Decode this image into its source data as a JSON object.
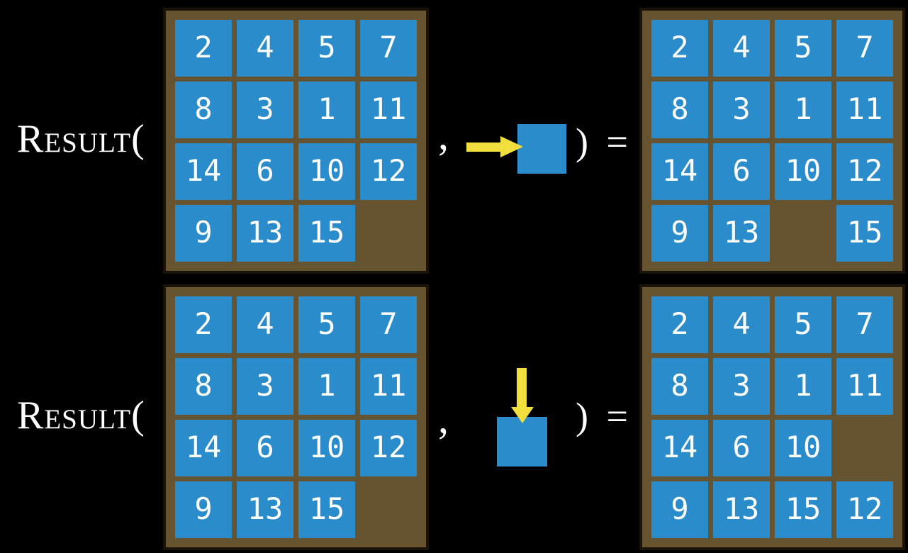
{
  "colors": {
    "background": "#000000",
    "tile_blue": "#2b8ccb",
    "frame_brown": "#665430",
    "frame_border": "#19130a",
    "arrow_yellow": "#f0df3d",
    "number_white": "#ffffff",
    "label_white": "#ffffff"
  },
  "rows": [
    {
      "label": "Result(",
      "comma": ",",
      "move_icon": "arrow-right-icon",
      "move_direction": "right",
      "close": ") =",
      "input_grid": [
        [
          2,
          4,
          5,
          7
        ],
        [
          8,
          3,
          1,
          11
        ],
        [
          14,
          6,
          10,
          12
        ],
        [
          9,
          13,
          15,
          null
        ]
      ],
      "output_grid": [
        [
          2,
          4,
          5,
          7
        ],
        [
          8,
          3,
          1,
          11
        ],
        [
          14,
          6,
          10,
          12
        ],
        [
          9,
          13,
          null,
          15
        ]
      ]
    },
    {
      "label": "Result(",
      "comma": ",",
      "move_icon": "arrow-down-icon",
      "move_direction": "down",
      "close": ") =",
      "input_grid": [
        [
          2,
          4,
          5,
          7
        ],
        [
          8,
          3,
          1,
          11
        ],
        [
          14,
          6,
          10,
          12
        ],
        [
          9,
          13,
          15,
          null
        ]
      ],
      "output_grid": [
        [
          2,
          4,
          5,
          7
        ],
        [
          8,
          3,
          1,
          11
        ],
        [
          14,
          6,
          10,
          null
        ],
        [
          9,
          13,
          15,
          12
        ]
      ]
    }
  ]
}
